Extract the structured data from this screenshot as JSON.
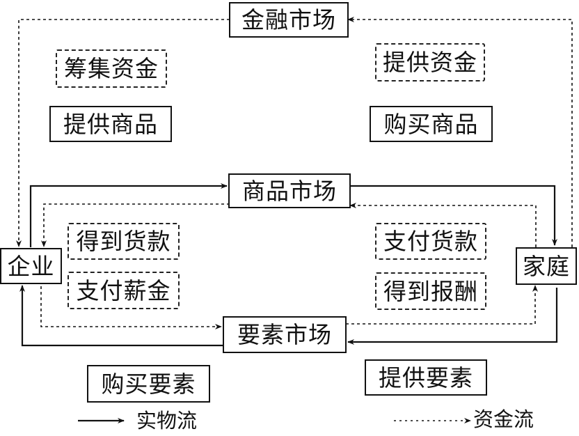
{
  "diagram": {
    "type": "economic-circular-flow",
    "nodes": {
      "financial_market": "金融市场",
      "goods_market": "商品市场",
      "factor_market": "要素市场",
      "firm": "企业",
      "household": "家庭"
    },
    "labels": {
      "raise_funds": "筹集资金",
      "provide_funds": "提供资金",
      "provide_goods": "提供商品",
      "buy_goods": "购买商品",
      "receive_payment": "得到货款",
      "pay_for_goods": "支付货款",
      "pay_wages": "支付薪金",
      "receive_reward": "得到报酬",
      "buy_factors": "购买要素",
      "provide_factors": "提供要素"
    },
    "legend": {
      "physical_flow": "实物流",
      "money_flow": "资金流"
    },
    "edges": [
      {
        "from": "financial_market",
        "to": "firm",
        "style": "dashed",
        "meaning": "资金流"
      },
      {
        "from": "household",
        "to": "financial_market",
        "style": "dashed",
        "meaning": "资金流"
      },
      {
        "from": "firm",
        "to": "goods_market",
        "style": "solid",
        "meaning": "实物流"
      },
      {
        "from": "goods_market",
        "to": "household",
        "style": "solid",
        "meaning": "实物流"
      },
      {
        "from": "household",
        "to": "goods_market",
        "style": "dashed",
        "meaning": "资金流"
      },
      {
        "from": "goods_market",
        "to": "firm",
        "style": "dashed",
        "meaning": "资金流"
      },
      {
        "from": "firm",
        "to": "factor_market",
        "style": "dashed",
        "meaning": "资金流"
      },
      {
        "from": "factor_market",
        "to": "household",
        "style": "dashed",
        "meaning": "资金流"
      },
      {
        "from": "household",
        "to": "factor_market",
        "style": "solid",
        "meaning": "实物流"
      },
      {
        "from": "factor_market",
        "to": "firm",
        "style": "solid",
        "meaning": "实物流"
      }
    ]
  }
}
